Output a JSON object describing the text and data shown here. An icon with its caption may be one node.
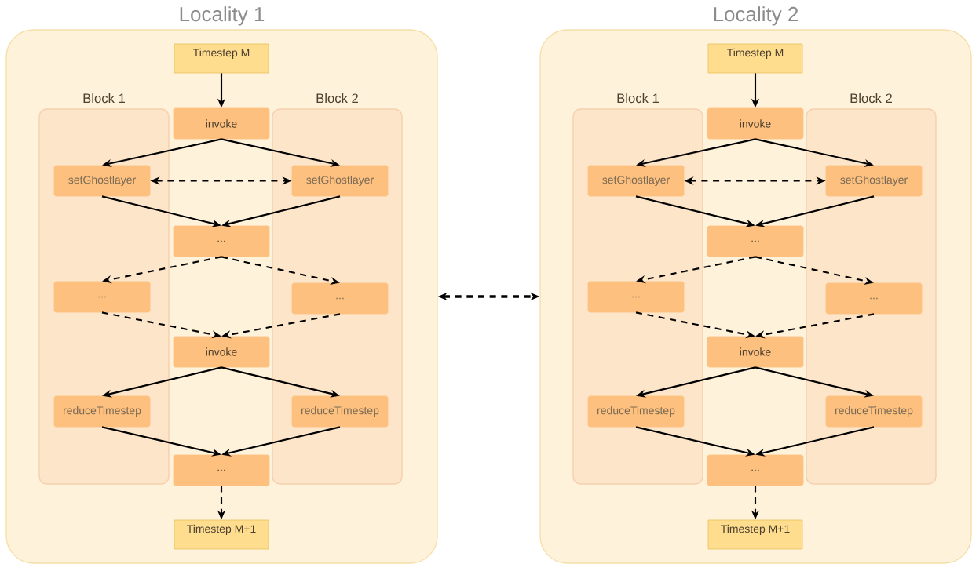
{
  "diagram": {
    "nodes": [
      {
        "text": [
          "Locality 1"
        ]
      },
      {
        "text": [
          "Block 1"
        ],
        "in": 0
      },
      {
        "text": [
          "Block 2"
        ],
        "in": 0
      },
      {
        "text": [
          "Timestep M"
        ],
        "in": 0
      },
      {
        "text": [
          "invoke"
        ],
        "in": 0
      },
      {
        "text": [
          "setGhostlayer"
        ],
        "in": 1
      },
      {
        "text": [
          "setGhostlayer"
        ],
        "in": 2
      },
      {
        "text": [
          "..."
        ],
        "in": 0
      },
      {
        "text": [
          "..."
        ],
        "in": 1
      },
      {
        "text": [
          "..."
        ],
        "in": 2
      },
      {
        "text": [
          "invoke"
        ],
        "in": 0
      },
      {
        "text": [
          "reduceTimestep"
        ],
        "in": 1
      },
      {
        "text": [
          "reduceTimestep"
        ],
        "in": 2
      },
      {
        "text": [
          "..."
        ],
        "in": 0
      },
      {
        "text": [
          "Timestep M+1"
        ],
        "in": 0
      },
      {
        "text": [
          "Locality 2"
        ]
      },
      {
        "text": [
          "Block 1"
        ],
        "in": 15
      },
      {
        "text": [
          "Block 2"
        ],
        "in": 15
      },
      {
        "text": [
          "Timestep M"
        ],
        "in": 15
      },
      {
        "text": [
          "invoke"
        ],
        "in": 15
      },
      {
        "text": [
          "setGhostlayer"
        ],
        "in": 16
      },
      {
        "text": [
          "setGhostlayer"
        ],
        "in": 17
      },
      {
        "text": [
          "..."
        ],
        "in": 15
      },
      {
        "text": [
          "..."
        ],
        "in": 16
      },
      {
        "text": [
          "..."
        ],
        "in": 17
      },
      {
        "text": [
          "invoke"
        ],
        "in": 15
      },
      {
        "text": [
          "reduceTimestep"
        ],
        "in": 16
      },
      {
        "text": [
          "reduceTimestep"
        ],
        "in": 17
      },
      {
        "text": [
          "..."
        ],
        "in": 15
      },
      {
        "text": [
          "Timestep M+1"
        ],
        "in": 15
      }
    ],
    "edges": [
      {
        "from": 3,
        "to": 4,
        "arrow": "to"
      },
      {
        "from": 4,
        "to": 5,
        "arrow": "to"
      },
      {
        "from": 4,
        "to": 6,
        "arrow": "to"
      },
      {
        "from": 5,
        "to": 6,
        "arrow": "both",
        "style": "dashed"
      },
      {
        "from": 5,
        "to": 7,
        "arrow": "to"
      },
      {
        "from": 6,
        "to": 7,
        "arrow": "to"
      },
      {
        "from": 7,
        "to": 8,
        "arrow": "to",
        "style": "dashed"
      },
      {
        "from": 7,
        "to": 9,
        "arrow": "to",
        "style": "dashed"
      },
      {
        "from": 8,
        "to": 10,
        "arrow": "to",
        "style": "dashed"
      },
      {
        "from": 9,
        "to": 10,
        "arrow": "to",
        "style": "dashed"
      },
      {
        "from": 10,
        "to": 11,
        "arrow": "to"
      },
      {
        "from": 10,
        "to": 12,
        "arrow": "to"
      },
      {
        "from": 11,
        "to": 13,
        "arrow": "to"
      },
      {
        "from": 12,
        "to": 13,
        "arrow": "to"
      },
      {
        "from": 13,
        "to": 14,
        "arrow": "to",
        "style": "dashed"
      },
      {
        "from": 18,
        "to": 19,
        "arrow": "to"
      },
      {
        "from": 19,
        "to": 20,
        "arrow": "to"
      },
      {
        "from": 19,
        "to": 21,
        "arrow": "to"
      },
      {
        "from": 20,
        "to": 21,
        "arrow": "both",
        "style": "dashed"
      },
      {
        "from": 20,
        "to": 22,
        "arrow": "to"
      },
      {
        "from": 21,
        "to": 22,
        "arrow": "to"
      },
      {
        "from": 22,
        "to": 23,
        "arrow": "to",
        "style": "dashed"
      },
      {
        "from": 22,
        "to": 24,
        "arrow": "to",
        "style": "dashed"
      },
      {
        "from": 23,
        "to": 25,
        "arrow": "to",
        "style": "dashed"
      },
      {
        "from": 24,
        "to": 25,
        "arrow": "to",
        "style": "dashed"
      },
      {
        "from": 25,
        "to": 26,
        "arrow": "to"
      },
      {
        "from": 25,
        "to": 27,
        "arrow": "to"
      },
      {
        "from": 26,
        "to": 28,
        "arrow": "to"
      },
      {
        "from": 27,
        "to": 28,
        "arrow": "to"
      },
      {
        "from": 28,
        "to": 29,
        "arrow": "to",
        "style": "dashed"
      },
      {
        "from": 0,
        "to": 15,
        "arrow": "both",
        "style": "dashed"
      }
    ]
  }
}
